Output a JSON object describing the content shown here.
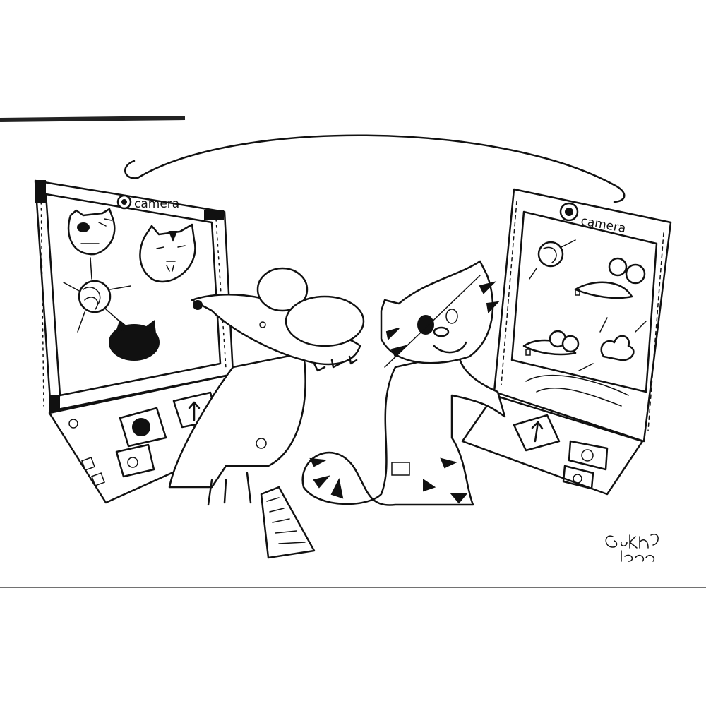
{
  "left_tablet": {
    "camera_label": "camera"
  },
  "right_tablet": {
    "camera_label": "camera"
  },
  "signature": "Gökhan Karaca",
  "colors": {
    "ink": "#111111",
    "paper": "#ffffff"
  }
}
